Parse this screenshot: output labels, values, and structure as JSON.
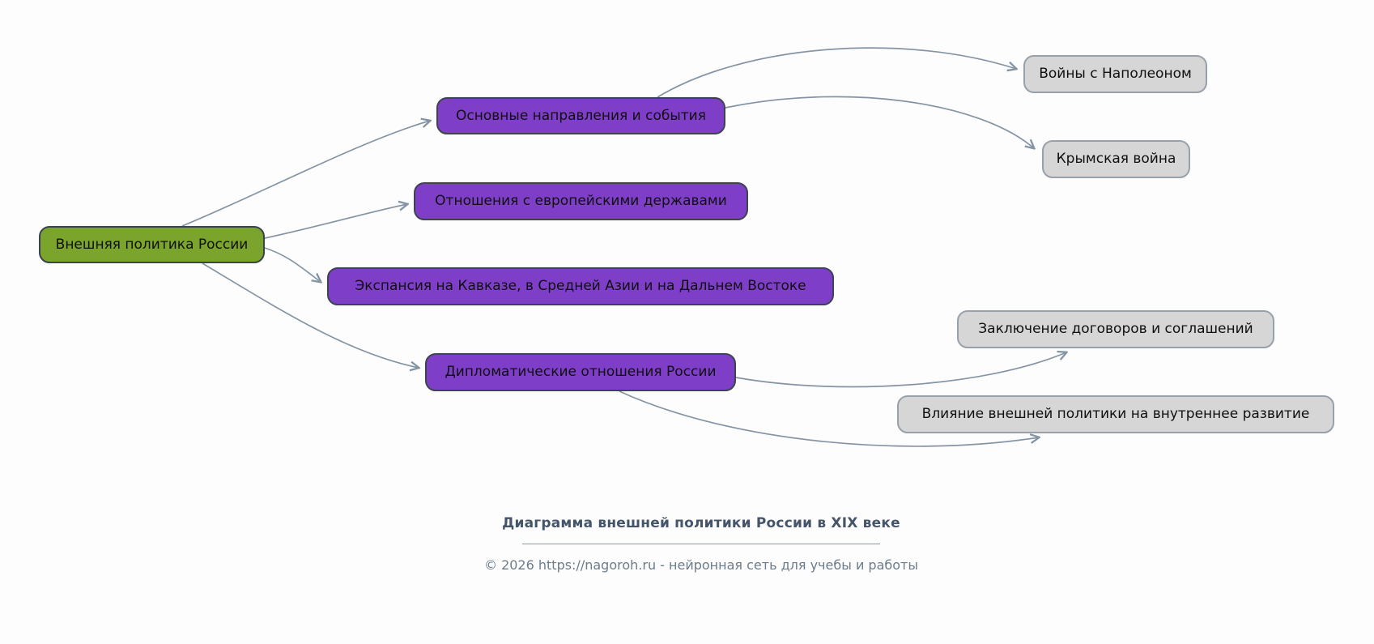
{
  "diagram": {
    "root": {
      "label": "Внешняя политика России"
    },
    "branches": [
      {
        "label": "Основные направления и события"
      },
      {
        "label": "Отношения с европейскими державами"
      },
      {
        "label": "Экспансия на Кавказе, в Средней Азии и на Дальнем Востоке"
      },
      {
        "label": "Дипломатические отношения России"
      }
    ],
    "leaves": [
      {
        "label": "Войны с Наполеоном"
      },
      {
        "label": "Крымская война"
      },
      {
        "label": "Заключение договоров и соглашений"
      },
      {
        "label": "Влияние внешней политики на внутреннее развитие"
      }
    ],
    "edges": [
      {
        "from": "root",
        "to": "branch-0"
      },
      {
        "from": "root",
        "to": "branch-1"
      },
      {
        "from": "root",
        "to": "branch-2"
      },
      {
        "from": "root",
        "to": "branch-3"
      },
      {
        "from": "branch-0",
        "to": "leaf-0"
      },
      {
        "from": "branch-0",
        "to": "leaf-1"
      },
      {
        "from": "branch-3",
        "to": "leaf-2"
      },
      {
        "from": "branch-3",
        "to": "leaf-3"
      }
    ],
    "colors": {
      "root_fill": "#7aa42c",
      "branch_fill": "#7e3ec8",
      "leaf_fill": "#d6d6d6",
      "edge": "#8494a4",
      "node_border": "#3d4450",
      "footer_title": "#44546b",
      "footer_copyright": "#6b7c8d"
    }
  },
  "footer": {
    "title": "Диаграмма внешней политики России в XIX веке",
    "copyright": "© 2026 https://nagoroh.ru - нейронная сеть для учебы и работы"
  }
}
